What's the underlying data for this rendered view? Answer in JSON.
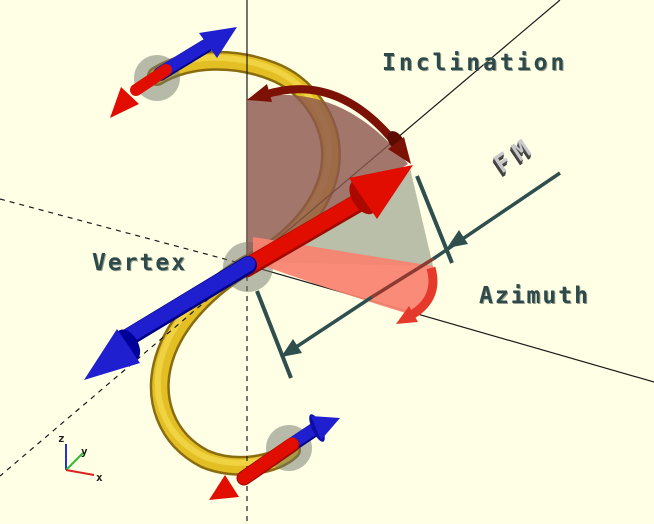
{
  "labels": {
    "inclination": "Inclination",
    "vertex": "Vertex",
    "azimuth": "Azimuth",
    "fm": "FM"
  },
  "axis_indicator": {
    "z": "z",
    "y": "y",
    "x": "x"
  },
  "colors": {
    "background": "#FFFFE5",
    "label_text": "#2E4949",
    "fm_label_text": "#C9C9C9",
    "curve_yellow": "#E3BF24",
    "curve_shade": "#8A6C10",
    "curve_highlight": "#F6DD55",
    "tangent_arrow_red": "#E00D00",
    "arrow_red_shade": "#9C0A00",
    "normal_arrow_blue": "#1F1FD0",
    "arrow_blue_shade": "#000085",
    "inclination_sector_fill": "#8D584E",
    "inclination_arc_maroon": "#7C1205",
    "azimuth_sector_fill": "#F98270",
    "azimuth_arc_red": "#E5392B",
    "vertical_plane_fill": "#B9BFA9",
    "dimension_teal": "#2F4F4F",
    "dimension_under_pink": "#8D3A30",
    "sphere_gray": "#6F756C",
    "scene_line": "#1A1A1A",
    "axis_x": "#DD2222",
    "axis_y": "#33BB33",
    "axis_z": "#2233DD"
  }
}
